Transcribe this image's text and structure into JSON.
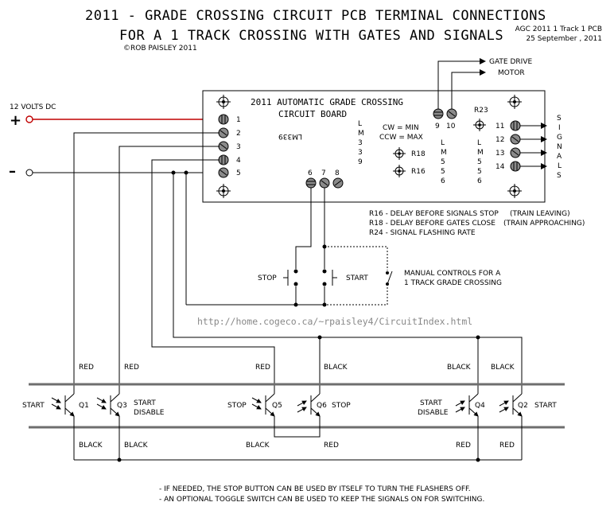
{
  "title": {
    "line1": "2011 - GRADE CROSSING CIRCUIT PCB TERMINAL CONNECTIONS",
    "line2": "FOR A 1 TRACK CROSSING WITH GATES AND SIGNALS",
    "copyright": "©ROB PAISLEY 2011",
    "doc_id": "AGC 2011 1 Track 1 PCB",
    "date": "25 September , 2011"
  },
  "power": {
    "label": "12 VOLTS DC",
    "plus": "+",
    "minus": "–"
  },
  "board": {
    "title1": "2011 AUTOMATIC GRADE CROSSING",
    "title2": "CIRCUIT BOARD",
    "chip_main": "LM339",
    "chip_lm339": [
      "L",
      "M",
      "3",
      "3",
      "9"
    ],
    "chip_lm556a": [
      "L",
      "M",
      "5",
      "5",
      "6"
    ],
    "chip_lm556b": [
      "L",
      "M",
      "5",
      "5",
      "6"
    ],
    "cw": "CW = MIN",
    "ccw": "CCW = MAX",
    "r18": "R18",
    "r16": "R16",
    "r23": "R23",
    "left_terms": [
      "1",
      "2",
      "3",
      "4",
      "5"
    ],
    "bottom_terms": [
      "6",
      "7",
      "8"
    ],
    "top_terms": [
      "9",
      "10"
    ],
    "right_terms": [
      "11",
      "12",
      "13",
      "14"
    ]
  },
  "signals_label": [
    "S",
    "I",
    "G",
    "N",
    "A",
    "L",
    "S"
  ],
  "gate": {
    "line1": "GATE DRIVE",
    "line2": "MOTOR"
  },
  "legend": {
    "r16": "R16 - DELAY BEFORE SIGNALS STOP",
    "r16_note": "(TRAIN LEAVING)",
    "r18": "R18 - DELAY BEFORE GATES CLOSE",
    "r18_note": "(TRAIN APPROACHING)",
    "r24": "R24 - SIGNAL FLASHING RATE"
  },
  "controls": {
    "stop": "STOP",
    "start": "START",
    "manual1": "MANUAL CONTROLS FOR A",
    "manual2": "1 TRACK GRADE CROSSING"
  },
  "url": "http://home.cogeco.ca/~rpaisley4/CircuitIndex.html",
  "wires": {
    "red": "RED",
    "black": "BLACK"
  },
  "sensors": {
    "q1": "Q1",
    "q3": "Q3",
    "q5": "Q5",
    "q6": "Q6",
    "q4": "Q4",
    "q2": "Q2",
    "start": "START",
    "start_disable_1": "START",
    "start_disable_2": "DISABLE",
    "stop": "STOP"
  },
  "notes": {
    "n1": "- IF NEEDED, THE STOP BUTTON CAN BE USED BY ITSELF TO TURN THE FLASHERS OFF.",
    "n2": "- AN OPTIONAL TOGGLE SWITCH CAN BE USED TO KEEP THE SIGNALS ON FOR SWITCHING."
  },
  "colors": {
    "red_wire": "#c00000",
    "rail": "#6e6e6e",
    "terminal": "#8a8a8a"
  }
}
